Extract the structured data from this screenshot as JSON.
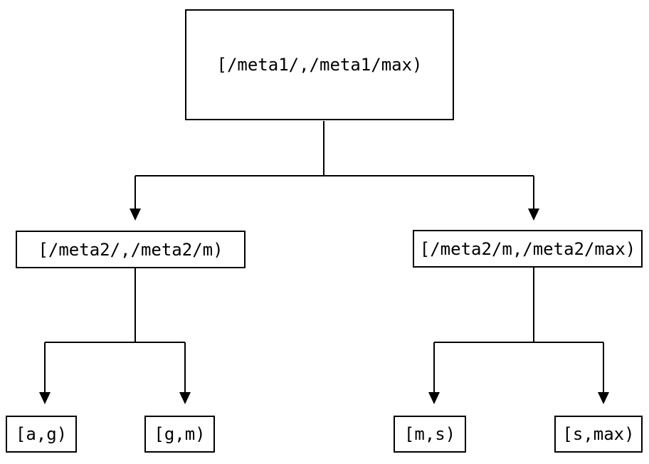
{
  "diagram": {
    "type": "tree",
    "background_color": "#ffffff",
    "stroke_color": "#000000",
    "text_color": "#000000",
    "root": {
      "label": "[/meta1/,/meta1/max)"
    },
    "level2": [
      {
        "label": "[/meta2/,/meta2/m)",
        "parent": "[/meta1/,/meta1/max)"
      },
      {
        "label": "[/meta2/m,/meta2/max)",
        "parent": "[/meta1/,/meta1/max)"
      }
    ],
    "leaves": [
      {
        "label": "[a,g)",
        "parent": "[/meta2/,/meta2/m)"
      },
      {
        "label": "[g,m)",
        "parent": "[/meta2/,/meta2/m)"
      },
      {
        "label": "[m,s)",
        "parent": "[/meta2/m,/meta2/max)"
      },
      {
        "label": "[s,max)",
        "parent": "[/meta2/m,/meta2/max)"
      }
    ]
  }
}
